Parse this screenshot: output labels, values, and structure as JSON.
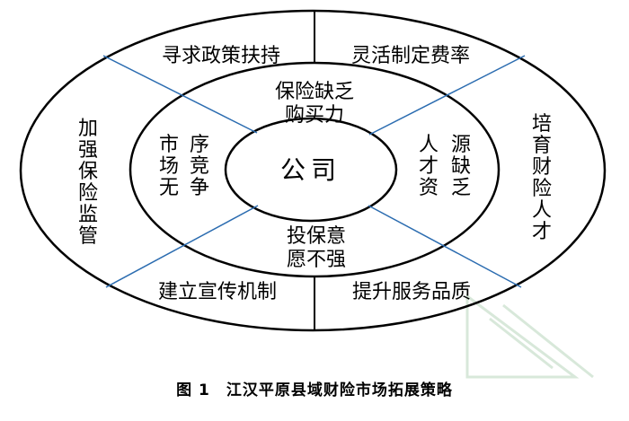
{
  "center_label": "公司",
  "outer_ring": {
    "top_left": "寻求政策扶持",
    "top_right": "灵活制定费率",
    "bottom_left": "建立宣传机制",
    "bottom_right": "提升服务品质",
    "left": "加强保险监管",
    "right": "培育财险人才"
  },
  "inner_ring": {
    "top": [
      "保险缺乏",
      "购买力"
    ],
    "bottom": [
      "投保意",
      "愿不强"
    ],
    "left": [
      "序",
      "竞",
      "争",
      "市",
      "场",
      "无"
    ],
    "right": [
      "源",
      "缺",
      "乏",
      "人",
      "才",
      "资"
    ]
  },
  "caption": {
    "number": "图 1",
    "title": "江汉平原县域财险市场拓展策略"
  },
  "colors": {
    "line": "#000000",
    "divider": "#2b6cb0",
    "watermark": "#d8e8da"
  }
}
